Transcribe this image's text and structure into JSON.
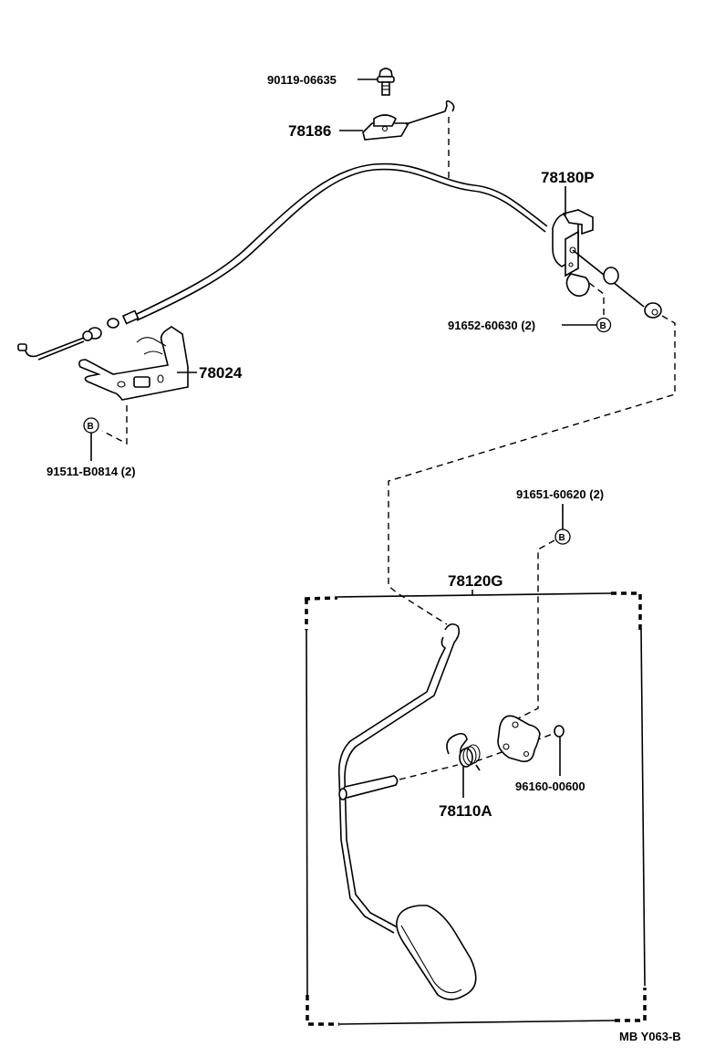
{
  "diagram": {
    "title": "Accelerator pedal & cable parts diagram",
    "figure_code": "MB Y063-B",
    "parts": [
      {
        "id": "bolt",
        "number": "90119-06635"
      },
      {
        "id": "cable-clamp",
        "number": "78186"
      },
      {
        "id": "throttle-link",
        "number": "78180P"
      },
      {
        "id": "clip-upper",
        "number": "91652-60630 (2)",
        "ref_marker": "B"
      },
      {
        "id": "bracket",
        "number": "78024"
      },
      {
        "id": "bolt-bracket",
        "number": "91511-B0814 (2)",
        "ref_marker": "B"
      },
      {
        "id": "clip-pedal",
        "number": "91651-60620 (2)",
        "ref_marker": "B"
      },
      {
        "id": "pedal-assembly",
        "number": "78120G"
      },
      {
        "id": "return-spring",
        "number": "78110A"
      },
      {
        "id": "bushing",
        "number": "96160-00600"
      }
    ]
  }
}
